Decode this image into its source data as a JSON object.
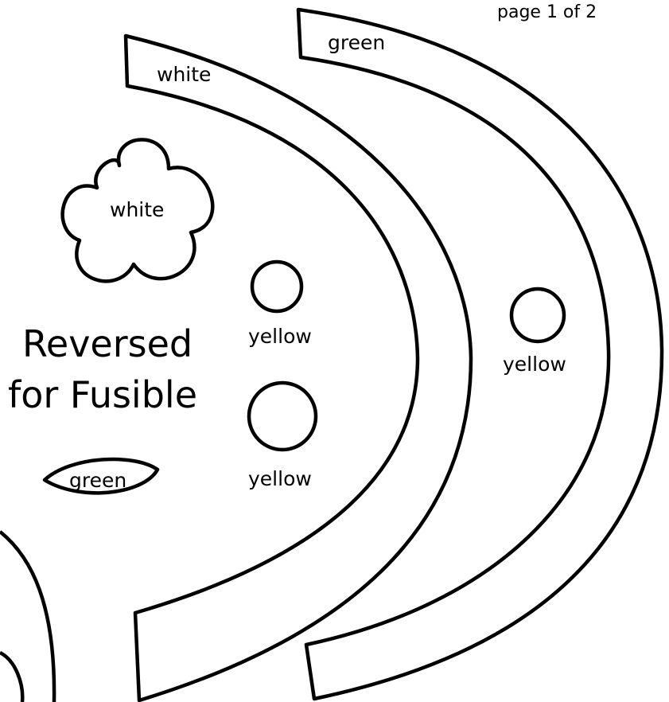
{
  "page_number": "page 1 of 2",
  "heading": {
    "line1": "Reversed",
    "line2": "for Fusible"
  },
  "pieces": {
    "outer_arc_label": "green",
    "inner_arc_label": "white",
    "flower_label": "white",
    "leaf_label": "green",
    "circle_top_label": "yellow",
    "circle_bottom_label": "yellow",
    "circle_outer_arc_label": "yellow"
  }
}
